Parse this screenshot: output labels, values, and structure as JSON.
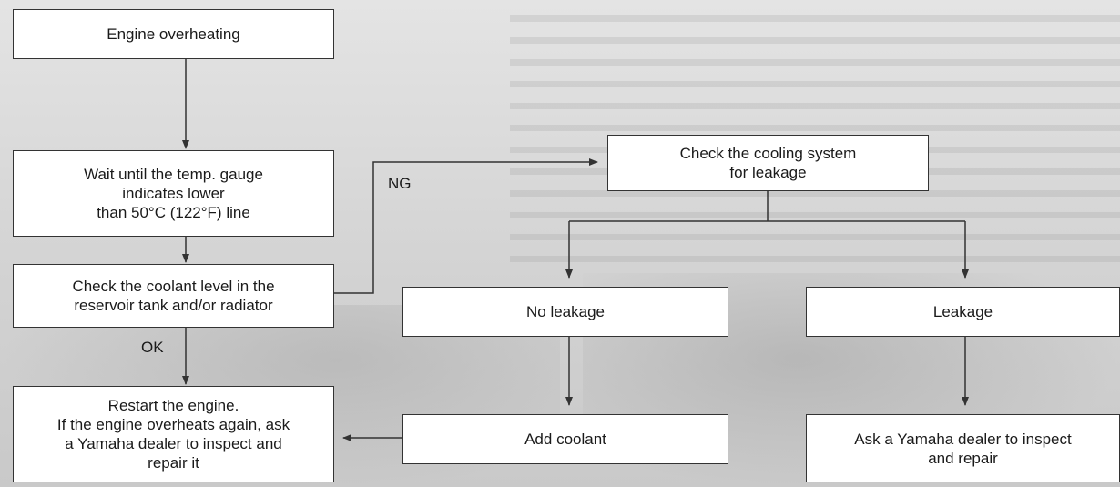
{
  "flowchart": {
    "nodes": {
      "overheating": "Engine overheating",
      "wait": "Wait until the temp. gauge\nindicates lower\nthan 50°C (122°F) line",
      "check_level": "Check the coolant level in the\nreservoir tank and/or radiator",
      "restart": "Restart the engine.\nIf the engine overheats again, ask\na Yamaha dealer to inspect and\nrepair it",
      "check_leak": "Check the cooling system\nfor leakage",
      "no_leakage": "No leakage",
      "leakage": "Leakage",
      "add_coolant": "Add coolant",
      "ask_dealer": "Ask a Yamaha dealer to inspect\nand repair"
    },
    "edge_labels": {
      "ok": "OK",
      "ng": "NG"
    }
  }
}
